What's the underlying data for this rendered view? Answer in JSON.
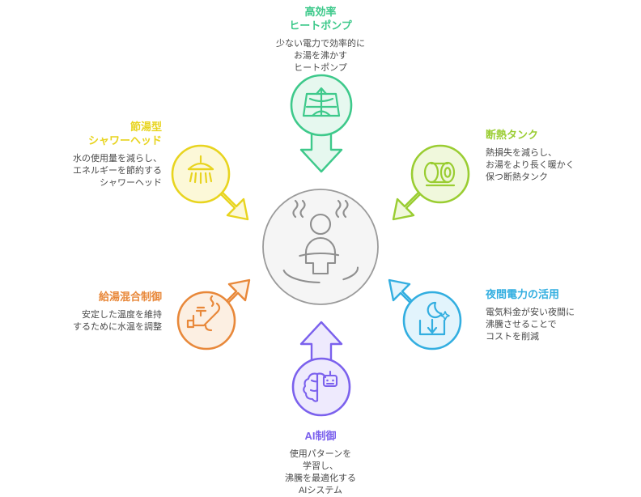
{
  "diagram": {
    "type": "hub-and-spoke",
    "center": {
      "icon": "onsen-bathing-person-icon",
      "label": "",
      "circle_fill": "#f5f5f5",
      "circle_stroke": "#9b9b9b"
    },
    "nodes": [
      {
        "id": "heat-pump",
        "position": "top",
        "heading": "高効率\nヒートポンプ",
        "body": "少ない電力で効率的に\nお湯を沸かす\nヒートポンプ",
        "color": "#3ec98b",
        "fill": "#e6f8ef",
        "icon": "heat-pump-icon",
        "align": "center"
      },
      {
        "id": "insulated-tank",
        "position": "top-right",
        "heading": "断熱タンク",
        "body": "熱損失を減らし、\nお湯をより長く暖かく\n保つ断熱タンク",
        "color": "#9acd32",
        "fill": "#f0f8dc",
        "icon": "tank-cylinder-icon",
        "align": "left"
      },
      {
        "id": "night-power",
        "position": "bottom-right",
        "heading": "夜間電力の活用",
        "body": "電気料金が安い夜間に\n沸騰させることで\nコストを削減",
        "color": "#32aee0",
        "fill": "#e2f4fc",
        "icon": "moon-star-download-icon",
        "align": "left"
      },
      {
        "id": "ai-control",
        "position": "bottom",
        "heading": "AI制御",
        "body": "使用パターンを\n学習し、\n沸騰を最適化する\nAIシステム",
        "color": "#7b61ed",
        "fill": "#eeeafd",
        "icon": "brain-robot-icon",
        "align": "center"
      },
      {
        "id": "mixing-control",
        "position": "bottom-left",
        "heading": "給湯混合制御",
        "body": "安定した温度を維持\nするために水温を調整",
        "color": "#e8883a",
        "fill": "#fcefe2",
        "icon": "faucet-icon",
        "align": "right"
      },
      {
        "id": "shower-head",
        "position": "top-left",
        "heading": "節湯型\nシャワーヘッド",
        "body": "水の使用量を減らし、\nエネルギーを節約する\nシャワーヘッド",
        "color": "#e8d41f",
        "fill": "#fcf8d8",
        "icon": "shower-head-icon",
        "align": "right"
      }
    ]
  }
}
